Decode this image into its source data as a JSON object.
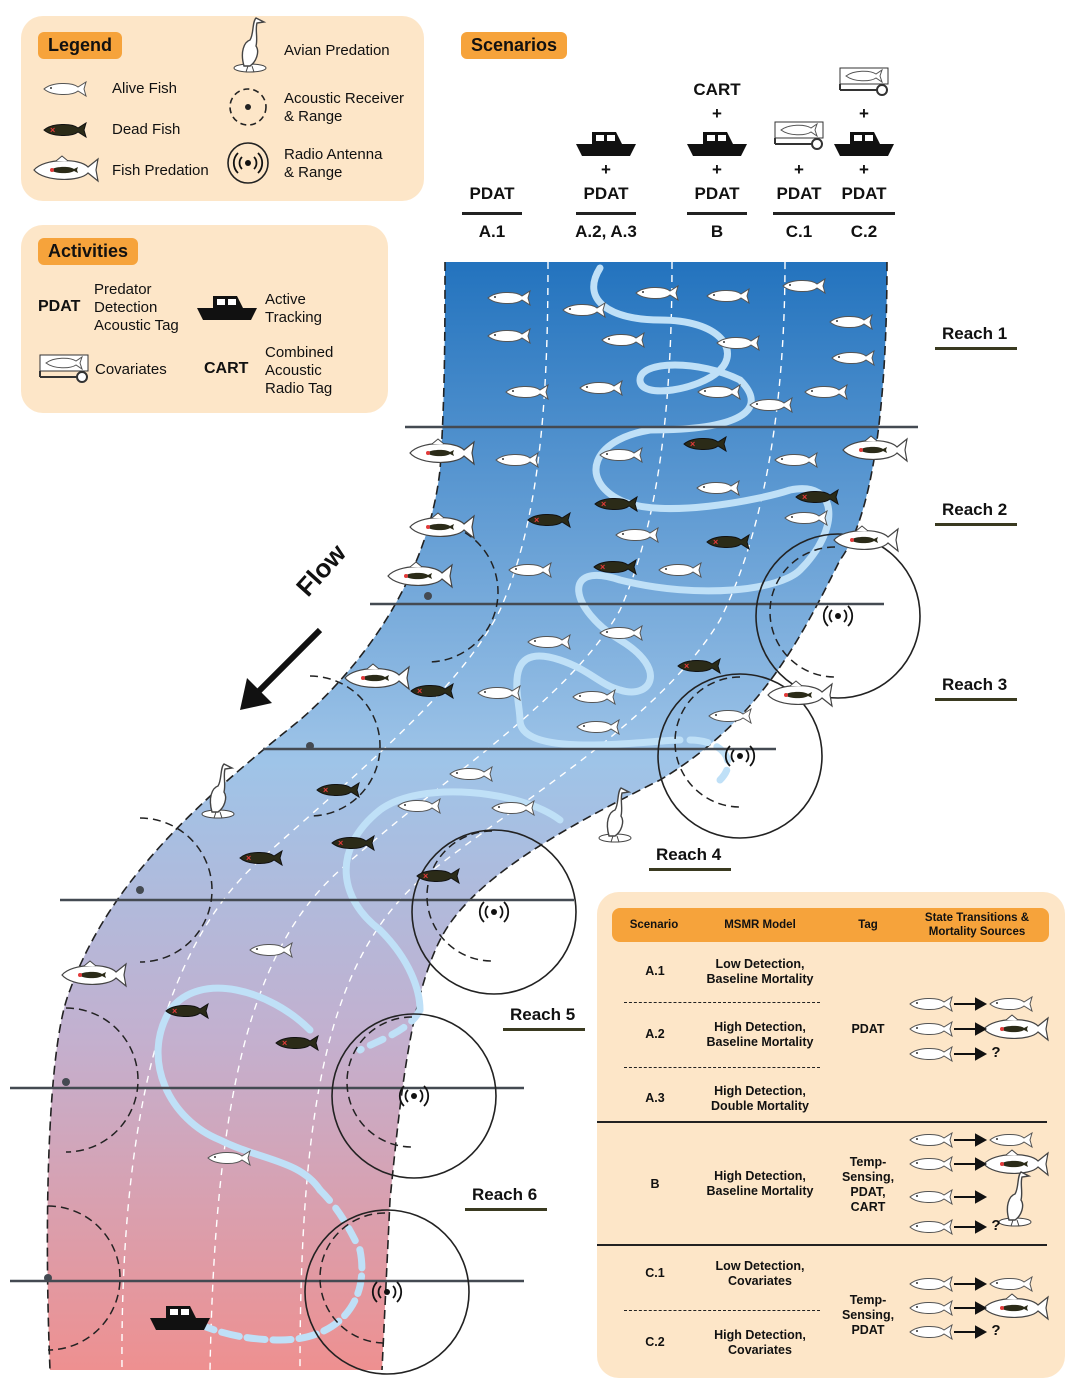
{
  "legend": {
    "title": "Legend",
    "items": {
      "alive_fish": "Alive Fish",
      "dead_fish": "Dead Fish",
      "fish_predation": "Fish Predation",
      "avian_predation": "Avian Predation",
      "acoustic_receiver": "Acoustic Receiver & Range",
      "radio_antenna": "Radio Antenna & Range"
    }
  },
  "activities": {
    "title": "Activities",
    "pdat_abbr": "PDAT",
    "pdat_desc": "Predator Detection Acoustic Tag",
    "active_tracking": "Active Tracking",
    "covariates": "Covariates",
    "cart_abbr": "CART",
    "cart_desc": "Combined Acoustic Radio Tag"
  },
  "scenarios": {
    "title": "Scenarios",
    "plus": "+",
    "columns": [
      {
        "tag": "PDAT",
        "label": "A.1"
      },
      {
        "tag": "PDAT",
        "label": "A.2, A.3"
      },
      {
        "tag": "PDAT",
        "top": "CART",
        "label": "B"
      },
      {
        "tag": "PDAT",
        "label": "C.1"
      },
      {
        "tag": "PDAT",
        "label": "C.2"
      }
    ]
  },
  "flow_label": "Flow",
  "reaches": [
    "Reach 1",
    "Reach 2",
    "Reach 3",
    "Reach 4",
    "Reach 5",
    "Reach 6"
  ],
  "table": {
    "headers": {
      "scenario": "Scenario",
      "model": "MSMR Model",
      "tag": "Tag",
      "transitions": "State Transitions & Mortality Sources"
    },
    "rows": [
      {
        "scenario": "A.1",
        "model": "Low Detection, Baseline Mortality"
      },
      {
        "scenario": "A.2",
        "model": "High Detection, Baseline Mortality"
      },
      {
        "scenario": "A.3",
        "model": "High Detection, Double Mortality"
      },
      {
        "scenario": "B",
        "model": "High Detection, Baseline Mortality"
      },
      {
        "scenario": "C.1",
        "model": "Low Detection, Covariates"
      },
      {
        "scenario": "C.2",
        "model": "High Detection, Covariates"
      }
    ],
    "tag_groups": {
      "a": "PDAT",
      "b": "Temp-Sensing, PDAT, CART",
      "c": "Temp-Sensing, PDAT"
    },
    "unknown": "?"
  },
  "colors": {
    "panel": "#fde6c8",
    "pill": "#f6a33b",
    "river_top": "#2373be",
    "river_mid": "#9ec4e8",
    "river_bottom": "#ee9090",
    "path": "#bfe0f7",
    "dead_fish": "#2b2b18",
    "fish_predation_mark": "#e23a3a"
  }
}
